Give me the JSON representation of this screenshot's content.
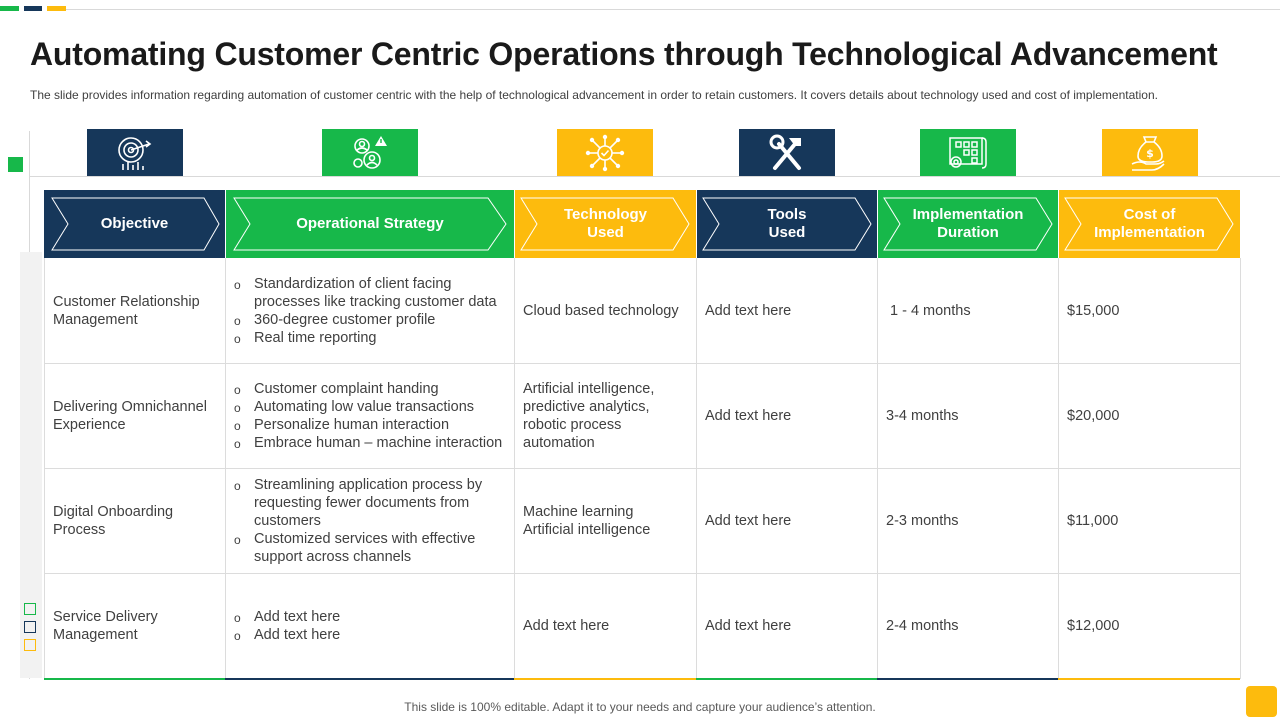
{
  "title": "Automating Customer Centric Operations through Technological Advancement",
  "subtitle": "The slide provides information regarding automation of customer centric with the help of technological advancement in order to retain customers. It covers details about technology used and cost of implementation.",
  "colors": {
    "navy": "#16375a",
    "green": "#17b84a",
    "yellow": "#fdbb0d"
  },
  "icons": [
    "target-chart-icon",
    "people-gear-warning-icon",
    "network-check-icon",
    "tools-icon",
    "blueprint-gear-icon",
    "money-bag-hand-icon"
  ],
  "headers": [
    "Objective",
    "Operational Strategy",
    "Technology\nUsed",
    "Tools\nUsed",
    "Implementation\nDuration",
    "Cost of\nImplementation"
  ],
  "rows": [
    {
      "objective": "Customer Relationship Management",
      "strategy": [
        "Standardization of client facing processes like tracking customer data",
        "360-degree customer profile",
        "Real time reporting"
      ],
      "technology": "Cloud based technology",
      "tools": "Add text here",
      "duration": "1 - 4 months",
      "cost": "$15,000"
    },
    {
      "objective": "Delivering Omnichannel Experience",
      "strategy": [
        "Customer complaint handing",
        "Automating low value transactions",
        "Personalize human interaction",
        "Embrace human – machine interaction"
      ],
      "technology": "Artificial intelligence, predictive analytics, robotic process automation",
      "tools": "Add text here",
      "duration": "3-4 months",
      "cost": "$20,000"
    },
    {
      "objective": "Digital Onboarding Process",
      "strategy": [
        "Streamlining application process by requesting fewer documents from customers",
        "Customized services with effective support across channels"
      ],
      "technology": "Machine learning\nArtificial intelligence",
      "tools": "Add text here",
      "duration": "2-3 months",
      "cost": "$11,000"
    },
    {
      "objective": "Service Delivery Management",
      "strategy": [
        "Add text here",
        "Add text here"
      ],
      "technology": "Add text here",
      "tools": "Add text here",
      "duration": "2-4 months",
      "cost": "$12,000"
    }
  ],
  "footer": "This slide is 100% editable. Adapt it to your needs and capture your audience’s attention."
}
